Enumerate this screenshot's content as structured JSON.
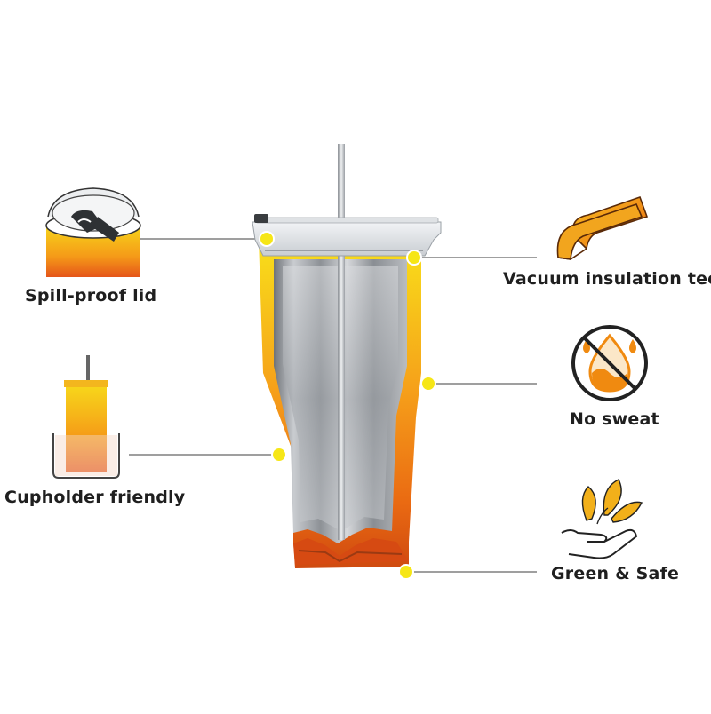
{
  "features": {
    "spill_proof": "Spill-proof lid",
    "cupholder": "Cupholder friendly",
    "vacuum": "Vacuum insulation tech",
    "no_sweat": "No sweat",
    "green_safe": "Green & Safe"
  },
  "icons": {
    "spill_proof": "lid-icon",
    "cupholder": "cupholder-tumbler-icon",
    "vacuum": "insulation-wall-icon",
    "no_sweat": "no-sweat-drops-icon",
    "green_safe": "hand-leaves-icon"
  },
  "colors": {
    "accent_yellow": "#f6e617",
    "accent_orange": "#f08a10",
    "deep_orange": "#d2480c",
    "steel": "#b8bcc1",
    "leader_line": "#555555"
  }
}
